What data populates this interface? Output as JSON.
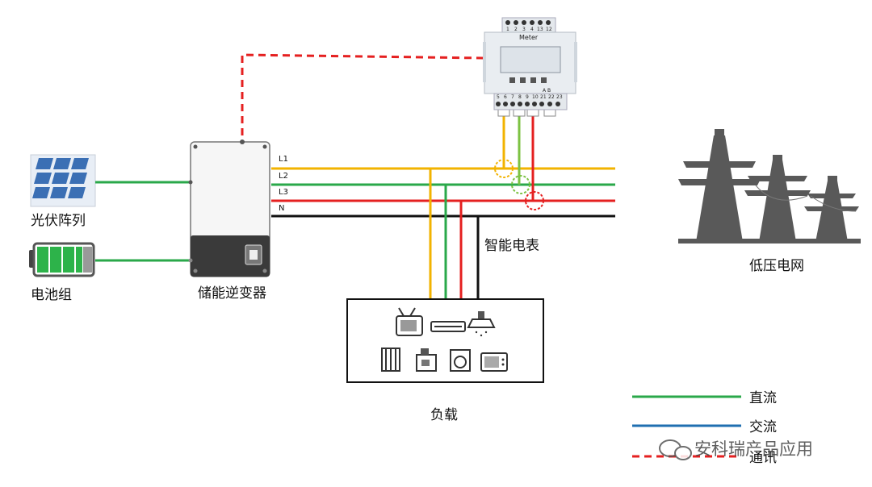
{
  "labels": {
    "pv": "光伏阵列",
    "battery": "电池组",
    "inverter": "储能逆变器",
    "meter_caption": "智能电表",
    "grid": "低压电网",
    "load": "负载",
    "meter_title": "Meter"
  },
  "lines": {
    "l1": "L1",
    "l2": "L2",
    "l3": "L3",
    "n": "N"
  },
  "meter_terminals": {
    "top": [
      "1",
      "2",
      "3",
      "4",
      "13",
      "12"
    ],
    "bottom": [
      "5",
      "6",
      "7",
      "8",
      "9",
      "10",
      "21",
      "22",
      "23"
    ],
    "ab": "A  B"
  },
  "legend": {
    "dc": "直流",
    "ac": "交流",
    "comm": "通讯"
  },
  "watermark": "安科瑞产品应用",
  "colors": {
    "l1": "#f2b300",
    "l2": "#2aa84a",
    "l3": "#e52020",
    "n": "#111111",
    "dc": "#2aa84a",
    "ac": "#1f6fb0",
    "comm": "#e52020"
  }
}
